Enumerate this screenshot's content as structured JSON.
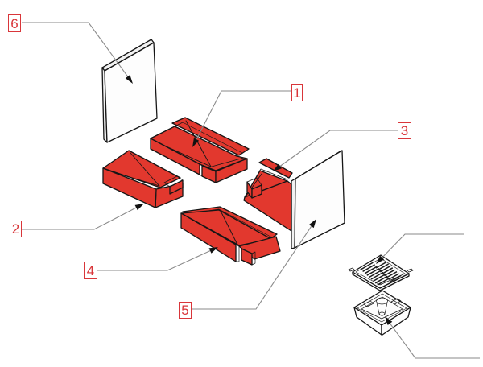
{
  "figure": {
    "type": "exploded-parts-diagram"
  },
  "callouts": [
    {
      "number": "1"
    },
    {
      "number": "2"
    },
    {
      "number": "3"
    },
    {
      "number": "4"
    },
    {
      "number": "5"
    },
    {
      "number": "6"
    }
  ],
  "colors": {
    "background": "#ffffff",
    "brick_red": "#e2382e",
    "label_red": "#d9363a",
    "leader_gray": "#8a8a8a",
    "outline": "#161616",
    "strip_white": "#f2f2f2",
    "panel_white": "#fdfdfd"
  }
}
